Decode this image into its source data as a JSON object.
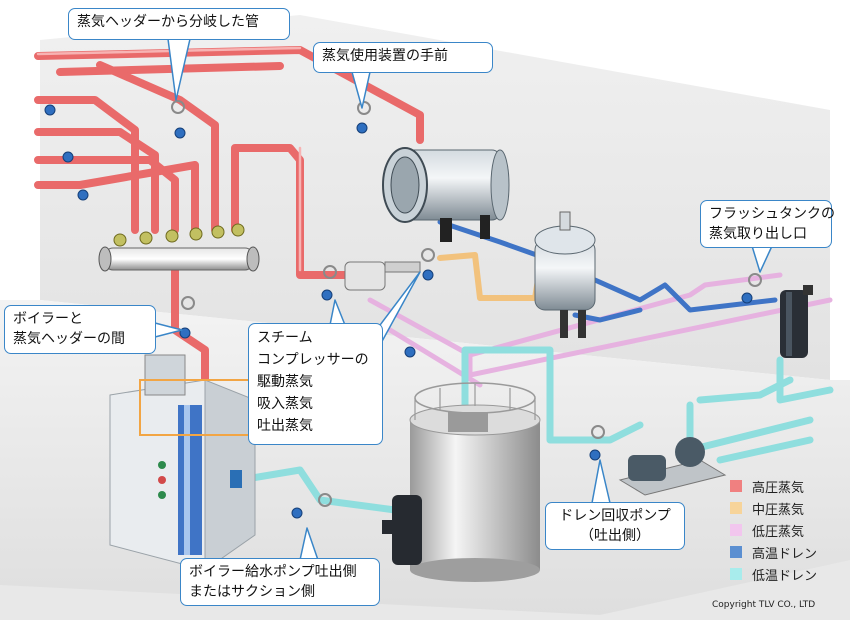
{
  "callouts": {
    "header_branch": "蒸気ヘッダーから分岐した管",
    "before_equipment": "蒸気使用装置の手前",
    "flash_tank": [
      "フラッシュタンクの",
      "蒸気取り出し口"
    ],
    "boiler_header": [
      "ボイラーと",
      "蒸気ヘッダーの間"
    ],
    "compressor": [
      "スチーム",
      "コンプレッサーの",
      "駆動蒸気",
      "吸入蒸気",
      "吐出蒸気"
    ],
    "drain_pump": [
      "ドレン回収ポンプ",
      "（吐出側）"
    ],
    "feed_pump": [
      "ボイラー給水ポンプ吐出側",
      "またはサクション側"
    ]
  },
  "legend": [
    {
      "label": "高圧蒸気",
      "color": "#f08080"
    },
    {
      "label": "中圧蒸気",
      "color": "#f7d49a"
    },
    {
      "label": "低圧蒸気",
      "color": "#f2c6ee"
    },
    {
      "label": "高温ドレン",
      "color": "#5b8fd1"
    },
    {
      "label": "低温ドレン",
      "color": "#a8ecec"
    }
  ],
  "copyright": "Copyright TLV CO., LTD"
}
